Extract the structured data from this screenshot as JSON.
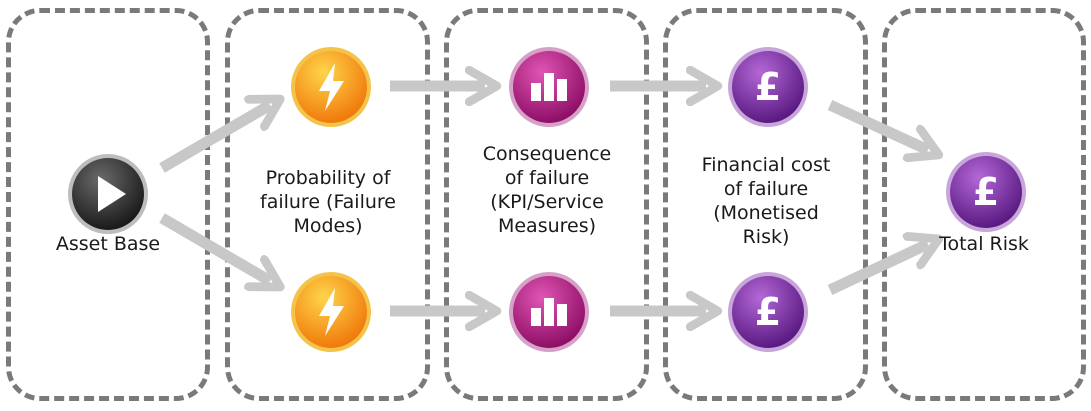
{
  "columns": [
    {
      "label": "Asset Base"
    },
    {
      "label": "Probability of\nfailure (Failure\nModes)"
    },
    {
      "label": "Consequence\nof failure\n(KPI/Service\nMeasures)"
    },
    {
      "label": "Financial cost\nof failure\n(Monetised\nRisk)"
    },
    {
      "label": "Total Risk"
    }
  ],
  "icons": {
    "play": {
      "name": "play-icon",
      "color": "#2b2b2b"
    },
    "lightning": {
      "name": "lightning-icon",
      "color": "#f6a21a",
      "glyph": "⚡"
    },
    "chart": {
      "name": "bar-chart-icon",
      "color": "#b0177f"
    },
    "pound": {
      "name": "pound-icon",
      "color": "#7a2a9c",
      "glyph": "£"
    }
  },
  "colors": {
    "arrow": "#c8c8c8",
    "border": "#7a7a7a"
  }
}
